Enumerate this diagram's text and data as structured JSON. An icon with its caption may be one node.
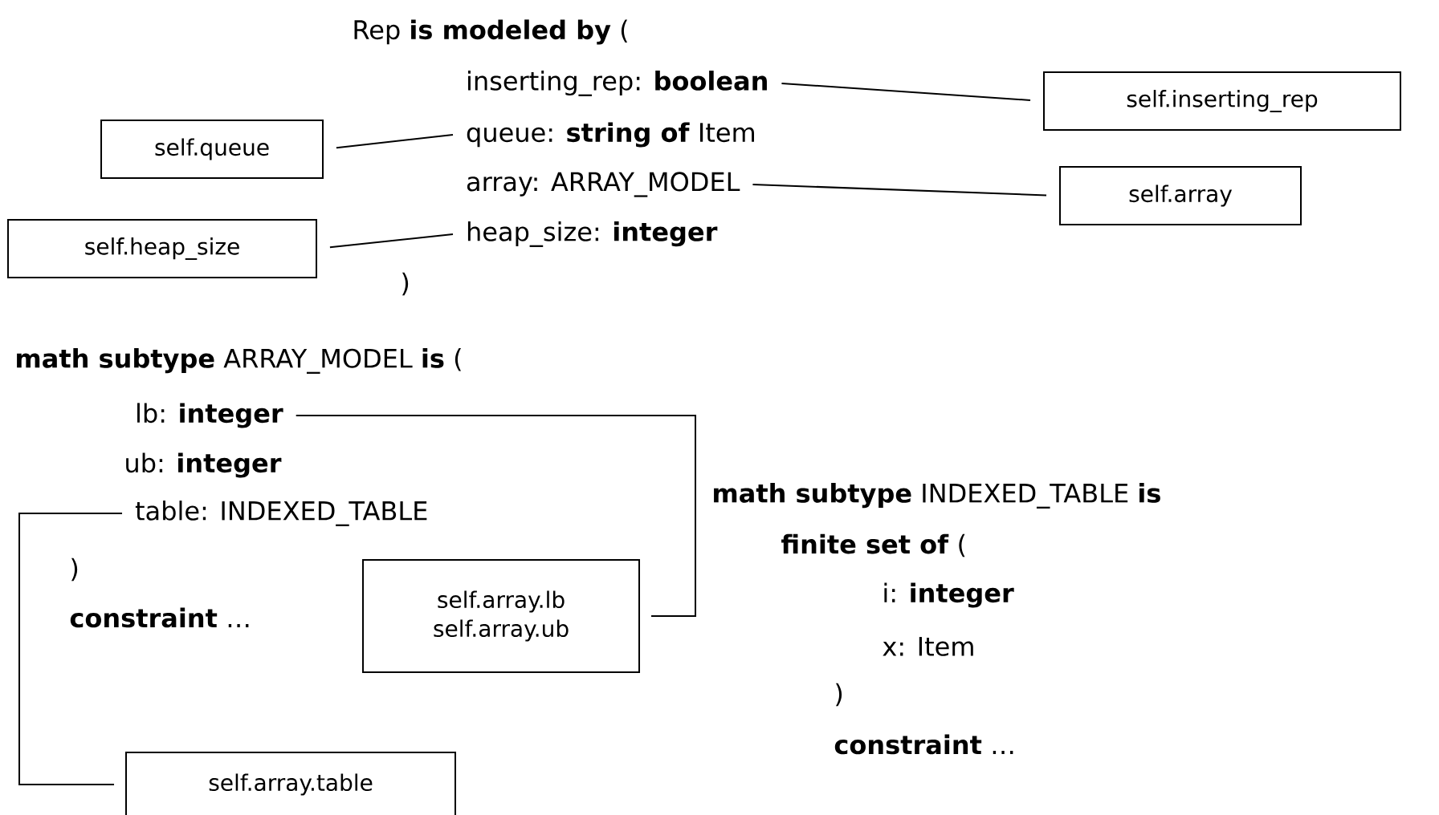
{
  "diagram": {
    "nodes": [
      {
        "text": [
          "inserting_rep: **boolean**"
        ]
      },
      {
        "text": [
          "self.inserting_rep"
        ]
      },
      {
        "text": [
          "self.queue"
        ]
      },
      {
        "text": [
          "queue: **string of** Item"
        ]
      },
      {
        "text": [
          "array: ARRAY_MODEL"
        ]
      },
      {
        "text": [
          "self.array"
        ]
      },
      {
        "text": [
          "self.heap_size"
        ]
      },
      {
        "text": [
          "heap_size: **integer**"
        ]
      },
      {
        "text": [
          "lb: **integer**"
        ]
      },
      {
        "text": [
          "table: INDEXED_TABLE"
        ]
      },
      {
        "text": [
          "self.array.lb",
          "self.array.ub"
        ]
      },
      {
        "text": [
          "self.array.table"
        ]
      }
    ],
    "edges": [
      {
        "from": 0,
        "to": 1,
        "arrow": "none"
      },
      {
        "from": 3,
        "to": 2,
        "arrow": "none"
      },
      {
        "from": 4,
        "to": 5,
        "arrow": "none"
      },
      {
        "from": 7,
        "to": 6,
        "arrow": "none"
      },
      {
        "from": 8,
        "to": 10,
        "arrow": "none"
      },
      {
        "from": 9,
        "to": 11,
        "arrow": "none"
      }
    ],
    "labels": [
      "Rep **is modeled by** (",
      ")",
      "**math subtype** ARRAY_MODEL **is** (",
      "ub: **integer**",
      ")",
      "**constraint** …",
      "**math subtype** INDEXED_TABLE **is**",
      "**finite set of** (",
      "i: **integer**",
      "x: Item",
      ")",
      "**constraint** …"
    ]
  }
}
